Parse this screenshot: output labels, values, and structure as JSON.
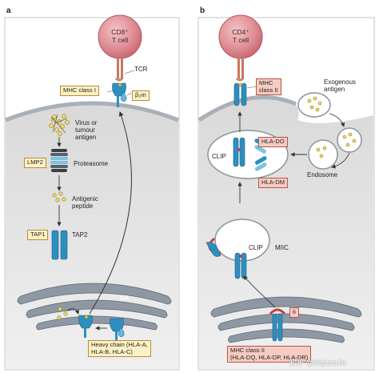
{
  "panel_a": {
    "label": "a",
    "cell": {
      "line1": "CD8⁺",
      "line2": "T cell"
    },
    "tcr": "TCR",
    "mhc_class_i": "MHC class I",
    "b2m": "β₂m",
    "virus": {
      "line1": "Virus or",
      "line2": "tumour",
      "line3": "antigen"
    },
    "lmp2": "LMP2",
    "proteasome": "Proteasome",
    "peptide": {
      "line1": "Antigenic",
      "line2": "peptide"
    },
    "tap1": "TAP1",
    "tap2": "TAP2",
    "er": "ER",
    "heavy_chain": {
      "line1": "Heavy chain (HLA-A,",
      "line2": "HLA-B, HLA-C)"
    }
  },
  "panel_b": {
    "label": "b",
    "cell": {
      "line1": "CD4⁺",
      "line2": "T cell"
    },
    "mhc_class_ii": {
      "line1": "MHC",
      "line2": "class II"
    },
    "exogenous": {
      "line1": "Exogenous",
      "line2": "antigen"
    },
    "hla_do": "HLA-DO",
    "hla_dm": "HLA-DM",
    "clip_upper": "CLIP",
    "clip_lower": "CLIP",
    "endosome": "Endosome",
    "miic": "MIIC",
    "ii": "Ii",
    "mhc_ii_bottom": {
      "line1": "MHC class II",
      "line2": "(HLA-DQ, HLA-DP, HLA-DR)"
    }
  },
  "watermark": "知乎 @NephroJin",
  "colors": {
    "membrane": "#d3d3d3",
    "membrane_edge": "#9aa3ad",
    "cytoplasm": "#ececec",
    "er_fill": "#8e98a5",
    "er_edge": "#5e6873",
    "tcell": "#d9828a",
    "mhc_blue": "#2d8fc0",
    "mhc_red": "#c3433b",
    "peptide": "#e9c93f",
    "box_yellow": "#fdf1c6",
    "box_red": "#f6cbc1"
  }
}
